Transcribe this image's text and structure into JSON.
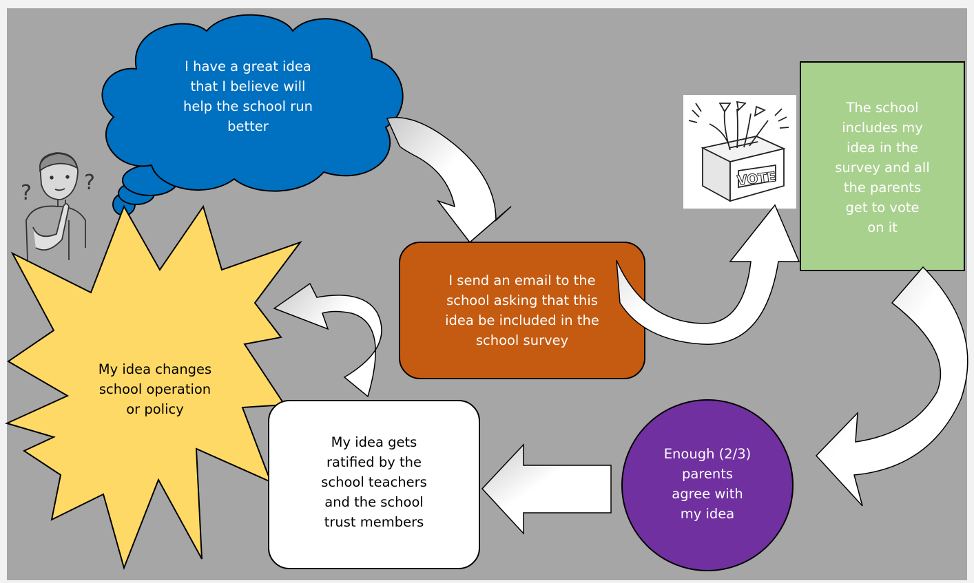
{
  "diagram": {
    "colors": {
      "background": "#a6a6a6",
      "page": "#f2f2f2",
      "cloud": "#0070c0",
      "email_box": "#c55a11",
      "survey_box": "#a9d18e",
      "enough_circle": "#7030a0",
      "ratified_box": "#ffffff",
      "starburst": "#ffd966",
      "arrow_fill": "#ffffff",
      "arrow_shade": "#c8c8c8",
      "outline": "#000000"
    },
    "nodes": {
      "idea_cloud": "I have a great idea\nthat I believe will\nhelp the school run\nbetter",
      "email_request": "I send an email to the\nschool asking that this\nidea be included in the\nschool survey",
      "survey_vote": "The school\nincludes my\nidea in the\nsurvey and all\nthe parents\nget to vote\non it",
      "enough_parents": "Enough  (2/3)\nparents\nagree with\nmy idea",
      "ratified": "My idea gets\nratified by the\nschool teachers\nand the school\ntrust members",
      "changes_policy": "My idea changes\nschool operation\nor policy"
    },
    "illustrations": {
      "ballot_box_label": "VOTE",
      "thinking_person": "thinking-person-illustration"
    }
  }
}
